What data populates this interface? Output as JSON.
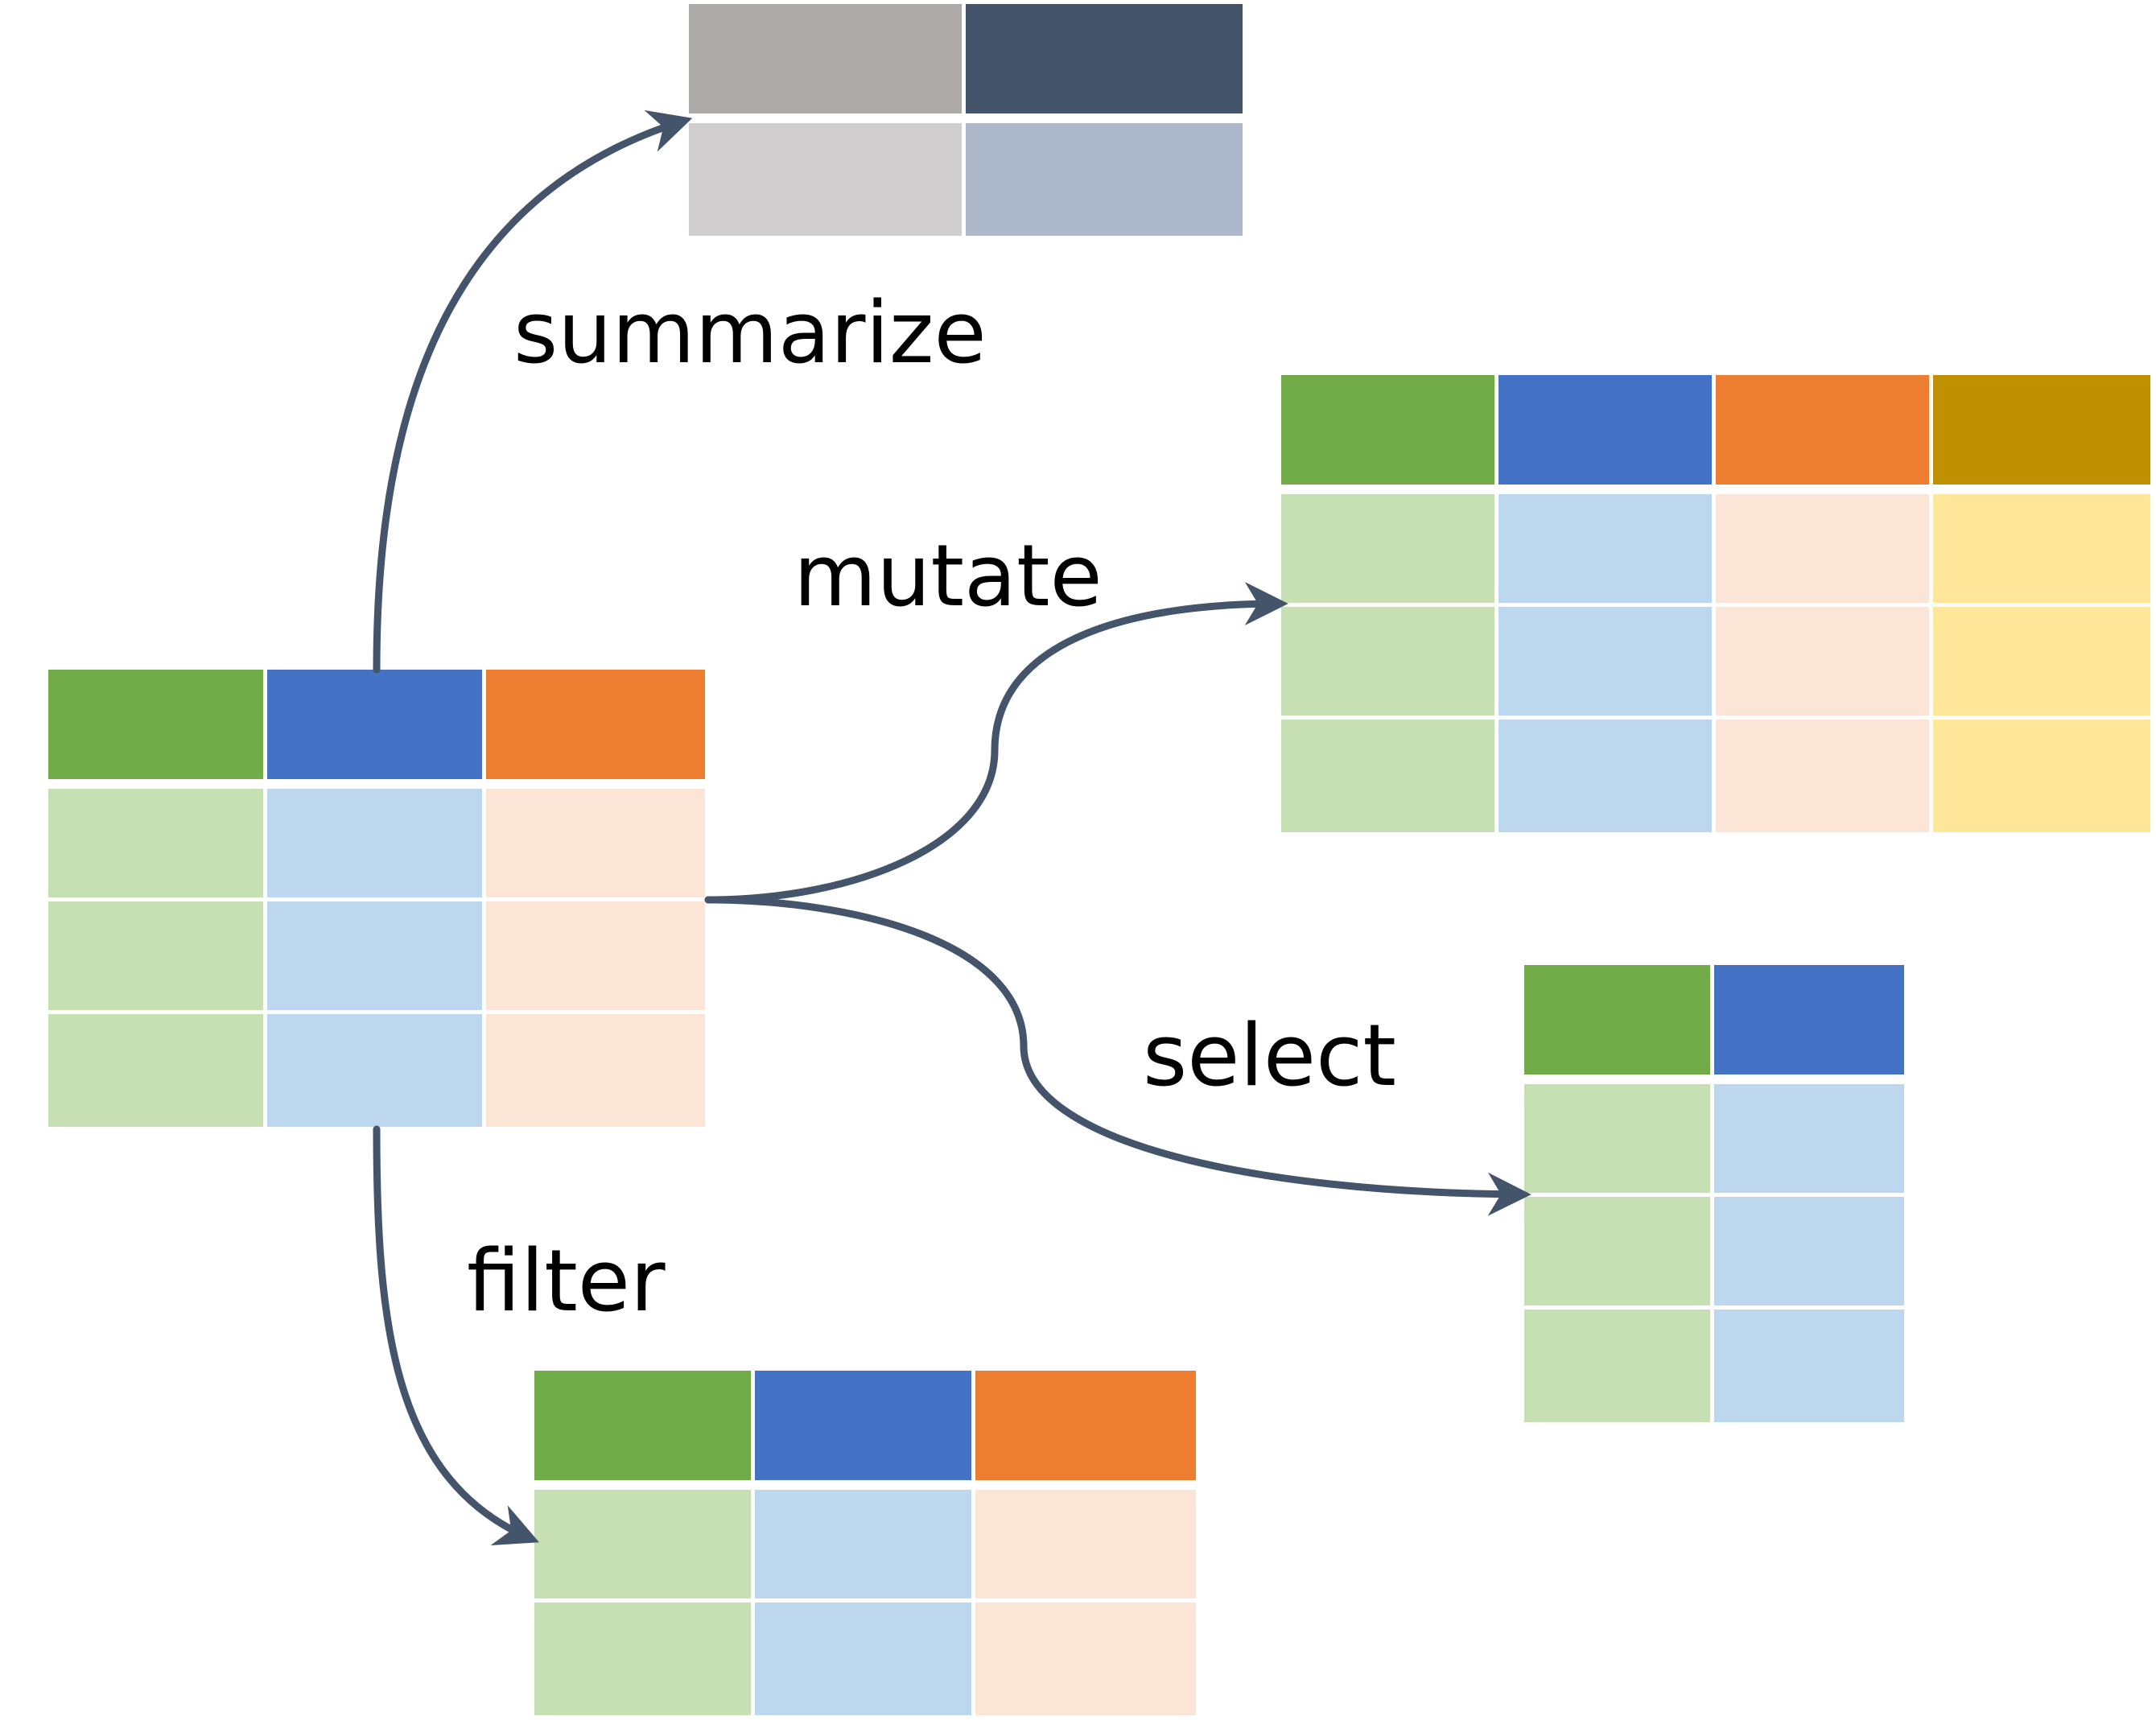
{
  "colors": {
    "green_header": "#72AC48",
    "green_cell": "#C6E0B4",
    "blue_header": "#4472C4",
    "blue_cell": "#BDD7EE",
    "orange_header": "#ED7D31",
    "orange_cell": "#FBE5D6",
    "gold_header": "#BF9000",
    "gold_cell": "#FFE699",
    "gray_header": "#AEAAAA",
    "gray_cell": "#D0CECE",
    "slate_header": "#44546A",
    "slate_cell": "#ADB9CA",
    "arrow": "#44546A",
    "grid_line": "#ffffff"
  },
  "labels": {
    "summarize": "summarize",
    "mutate": "mutate",
    "select": "select",
    "filter": "filter"
  },
  "tables": {
    "source": {
      "columns": [
        {
          "header": "green_header",
          "cell": "green_cell"
        },
        {
          "header": "blue_header",
          "cell": "blue_cell"
        },
        {
          "header": "orange_header",
          "cell": "orange_cell"
        }
      ],
      "rows": 3
    },
    "summarize": {
      "columns": [
        {
          "header": "gray_header",
          "cell": "gray_cell"
        },
        {
          "header": "slate_header",
          "cell": "slate_cell"
        }
      ],
      "rows": 1
    },
    "mutate": {
      "columns": [
        {
          "header": "green_header",
          "cell": "green_cell"
        },
        {
          "header": "blue_header",
          "cell": "blue_cell"
        },
        {
          "header": "orange_header",
          "cell": "orange_cell"
        },
        {
          "header": "gold_header",
          "cell": "gold_cell"
        }
      ],
      "rows": 3
    },
    "select": {
      "columns": [
        {
          "header": "green_header",
          "cell": "green_cell"
        },
        {
          "header": "blue_header",
          "cell": "blue_cell"
        }
      ],
      "rows": 3
    },
    "filter": {
      "columns": [
        {
          "header": "green_header",
          "cell": "green_cell"
        },
        {
          "header": "blue_header",
          "cell": "blue_cell"
        },
        {
          "header": "orange_header",
          "cell": "orange_cell"
        }
      ],
      "rows": 2
    }
  }
}
